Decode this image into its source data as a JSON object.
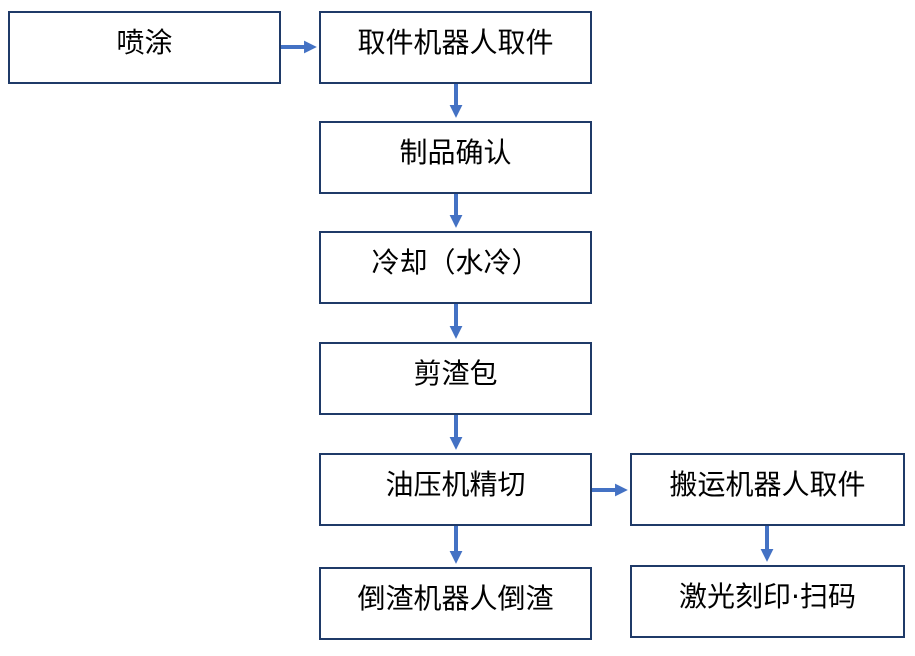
{
  "colors": {
    "box_border": "#1f3a68",
    "arrow": "#4472c4",
    "text": "#000000",
    "background": "#ffffff"
  },
  "nodes": {
    "spray": "喷涂",
    "robot_pick": "取件机器人取件",
    "product_check": "制品确认",
    "cooling": "冷却（水冷）",
    "cut_slag": "剪渣包",
    "press_trim": "油压机精切",
    "dump_robot": "倒渣机器人倒渣",
    "transfer_robot": "搬运机器人取件",
    "laser_mark": "激光刻印·扫码"
  }
}
